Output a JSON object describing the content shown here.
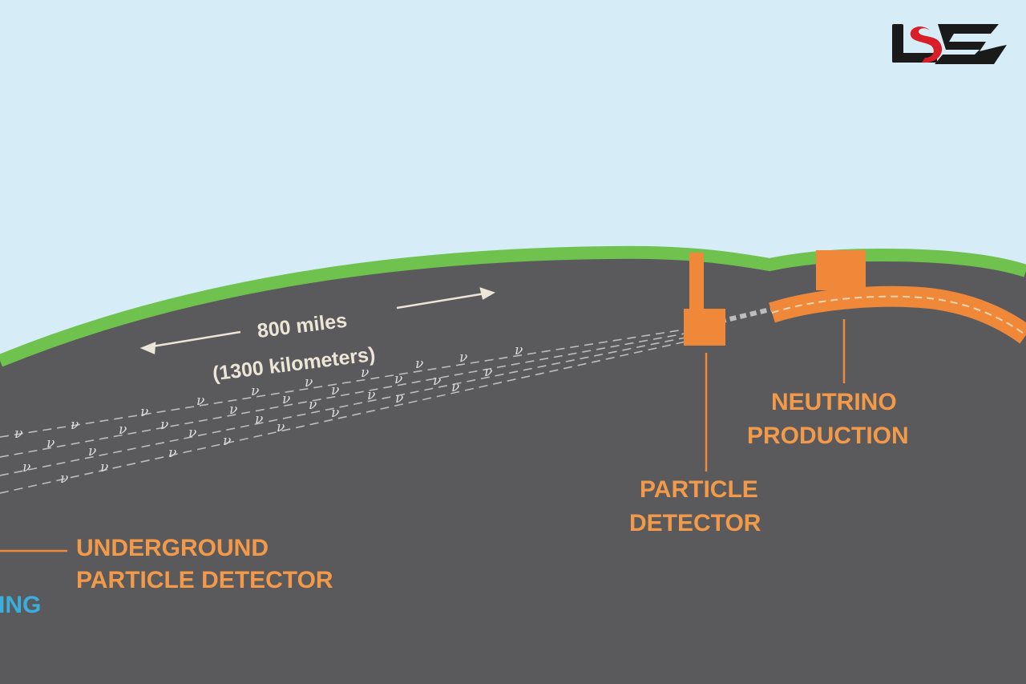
{
  "labels": {
    "distance_miles": "800 miles",
    "distance_km": "(1300 kilometers)",
    "neutrino_production_line1": "NEUTRINO",
    "neutrino_production_line2": "PRODUCTION",
    "particle_detector_line1": "PARTICLE",
    "particle_detector_line2": "DETECTOR",
    "underground_detector_line1": "UNDERGROUND",
    "underground_detector_line2": "PARTICLE DETECTOR",
    "cut_off_label": "ING",
    "neutrino_symbol": "ν"
  },
  "colors": {
    "sky": "#d6ecf6",
    "ground": "#5a5a5c",
    "grass": "#6fc24e",
    "facility": "#f0883a",
    "label_orange": "#f29a4a",
    "label_blue": "#3aaedc",
    "logo": "#d81e27"
  },
  "logo": {
    "icon": "brand-logo-icon"
  }
}
